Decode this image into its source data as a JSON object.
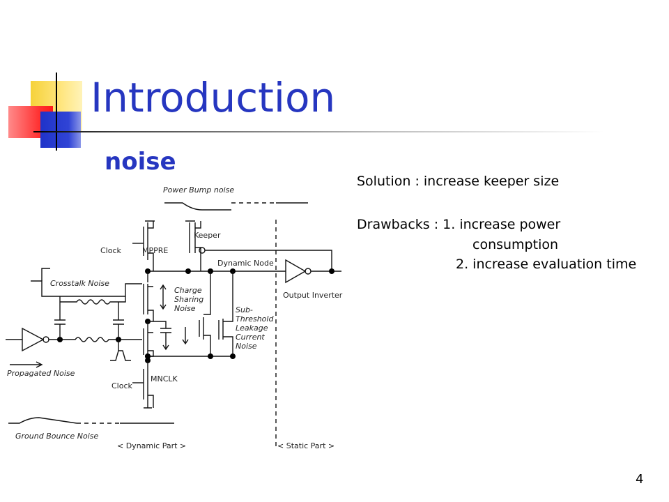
{
  "slide": {
    "title": "Introduction",
    "subtitle": "noise",
    "page_number": "4",
    "accent_color": "#2636c0"
  },
  "notes": {
    "solution": "Solution : increase keeper size",
    "drawbacks_line1": "Drawbacks : 1. increase power",
    "drawbacks_line1b": "consumption",
    "drawbacks_line2": "2. increase evaluation time"
  },
  "diagram": {
    "power_bump_noise": "Power Bump noise",
    "keeper": "Keeper",
    "clock_top": "Clock",
    "mppre": "MPPRE",
    "dynamic_node": "Dynamic Node",
    "output_inverter": "Output Inverter",
    "crosstalk_noise": "Crosstalk Noise",
    "charge": "Charge",
    "sharing": "Sharing",
    "noise": "Noise",
    "sub": "Sub-",
    "threshold": "Threshold",
    "leakage": "Leakage",
    "current": "Current",
    "noise2": "Noise",
    "propagated_noise": "Propagated Noise",
    "clock_bottom": "Clock",
    "mnclk": "MNCLK",
    "ground_bounce_noise": "Ground Bounce Noise",
    "dynamic_part": "< Dynamic Part >",
    "static_part": "< Static Part >"
  }
}
